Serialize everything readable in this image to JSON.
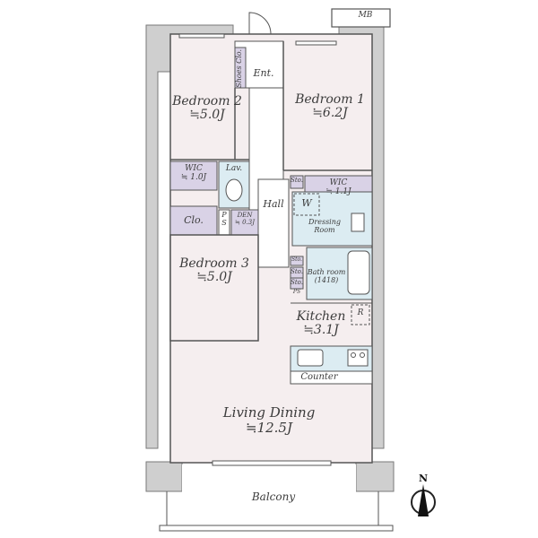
{
  "plan": {
    "title": "Floor Plan",
    "colors": {
      "wall": "#cfcfcf",
      "wall_stroke": "#7a7a7a",
      "room_fill": "#f5eeef",
      "storage_fill": "#d9d2e6",
      "wet_fill": "#dcecf2",
      "outline": "#555555"
    },
    "rooms": {
      "mb": {
        "label": "MB"
      },
      "entrance": {
        "label": "Ent."
      },
      "shoes": {
        "label": "Shoes Clo."
      },
      "bedroom1": {
        "label": "Bedroom 1",
        "area": "≒6.2J"
      },
      "bedroom2": {
        "label": "Bedroom 2",
        "area": "≒5.0J"
      },
      "bedroom3": {
        "label": "Bedroom 3",
        "area": "≒5.0J"
      },
      "wic1": {
        "label": "WIC",
        "area": "≒ 1.0J"
      },
      "wic2": {
        "label": "WIC",
        "area": "≒ 1.1J"
      },
      "lav": {
        "label": "Lav."
      },
      "clo": {
        "label": "Clo."
      },
      "ps": {
        "label": "P S"
      },
      "den": {
        "label": "DEN",
        "area": "≒ 0.3J"
      },
      "hall": {
        "label": "Hall"
      },
      "sto_a": {
        "label": "Sto."
      },
      "sto_b": {
        "label": "Sto."
      },
      "sto_c": {
        "label": "Sto."
      },
      "sto_d": {
        "label": "Sto."
      },
      "washer": {
        "label": "W"
      },
      "dressing": {
        "label": "Dressing Room"
      },
      "bath": {
        "label": "Bath room",
        "size": "(1418)"
      },
      "ps2": {
        "label": "PS"
      },
      "kitchen": {
        "label": "Kitchen",
        "area": "≒3.1J"
      },
      "fridge": {
        "label": "R"
      },
      "counter": {
        "label": "Counter"
      },
      "living": {
        "label": "Living Dining",
        "area": "≒12.5J"
      },
      "balcony": {
        "label": "Balcony"
      }
    },
    "compass": {
      "label": "N"
    }
  }
}
